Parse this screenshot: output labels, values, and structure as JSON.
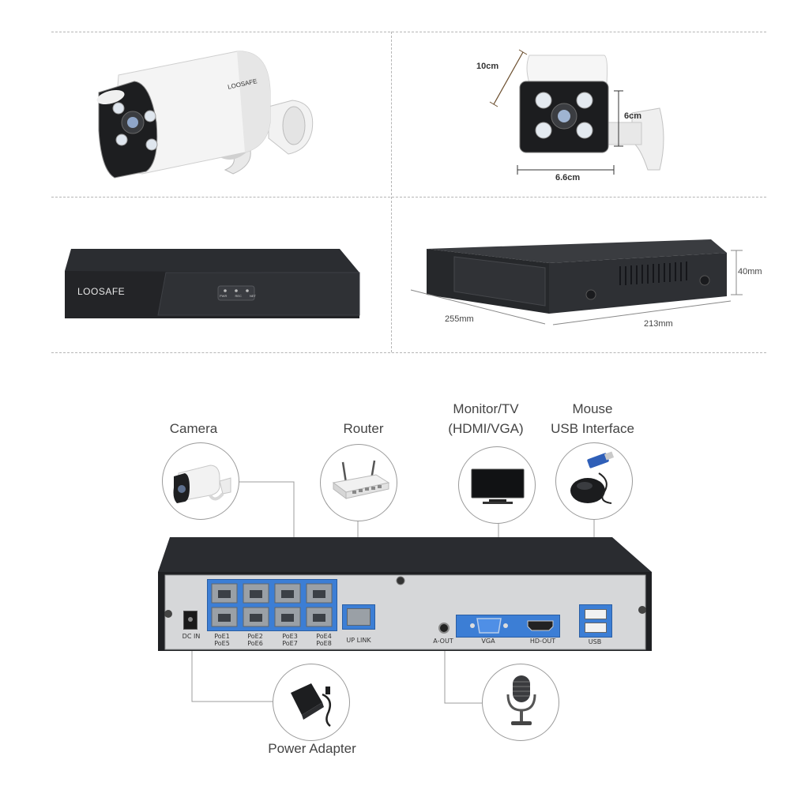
{
  "products": {
    "camera_brand": "LOOSAFE",
    "nvr_brand": "LOOSAFE",
    "led_labels": [
      "PWR",
      "REC",
      "NET"
    ]
  },
  "dimensions": {
    "camera_length": "10cm",
    "camera_height": "6cm",
    "camera_width": "6.6cm",
    "nvr_height": "40mm",
    "nvr_depth": "255mm",
    "nvr_width": "213mm"
  },
  "connections": {
    "camera": "Camera",
    "router": "Router",
    "monitor_line1": "Monitor/TV",
    "monitor_line2": "(HDMI/VGA)",
    "mouse_line1": "Mouse",
    "mouse_line2": "USB Interface",
    "power": "Power Adapter"
  },
  "ports": {
    "dc_in": "DC  IN",
    "poe_pairs": [
      {
        "top": "PoE1",
        "bottom": "PoE5"
      },
      {
        "top": "PoE2",
        "bottom": "PoE6"
      },
      {
        "top": "PoE3",
        "bottom": "PoE7"
      },
      {
        "top": "PoE4",
        "bottom": "PoE8"
      }
    ],
    "uplink": "UP  LINK",
    "audio_out": "A-OUT",
    "vga": "VGA",
    "hdmi": "HD-OUT",
    "usb": "USB"
  },
  "colors": {
    "nvr_dark": "#2e3034",
    "panel_silver": "#d9dadb",
    "port_blue": "#3d7fd6",
    "dashed_line": "#b5b5b5"
  }
}
